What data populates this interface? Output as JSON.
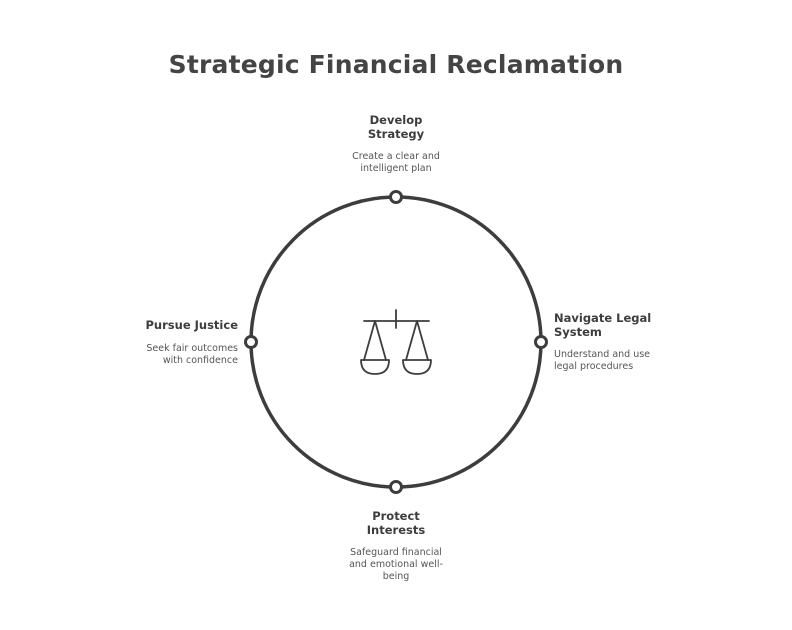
{
  "title": "Strategic Financial Reclamation",
  "center_icon": "balance-scale-icon",
  "colors": {
    "stroke": "#3d3d3d",
    "text": "#3d3d3d",
    "background": "#ffffff"
  },
  "nodes": {
    "top": {
      "title": "Develop\nStrategy",
      "desc": "Create a clear and\nintelligent plan"
    },
    "right": {
      "title": "Navigate Legal\nSystem",
      "desc": "Understand and use\nlegal procedures"
    },
    "bottom": {
      "title": "Protect\nInterests",
      "desc": "Safeguard financial\nand emotional well-\nbeing"
    },
    "left": {
      "title": "Pursue Justice",
      "desc": "Seek fair outcomes\nwith confidence"
    }
  }
}
